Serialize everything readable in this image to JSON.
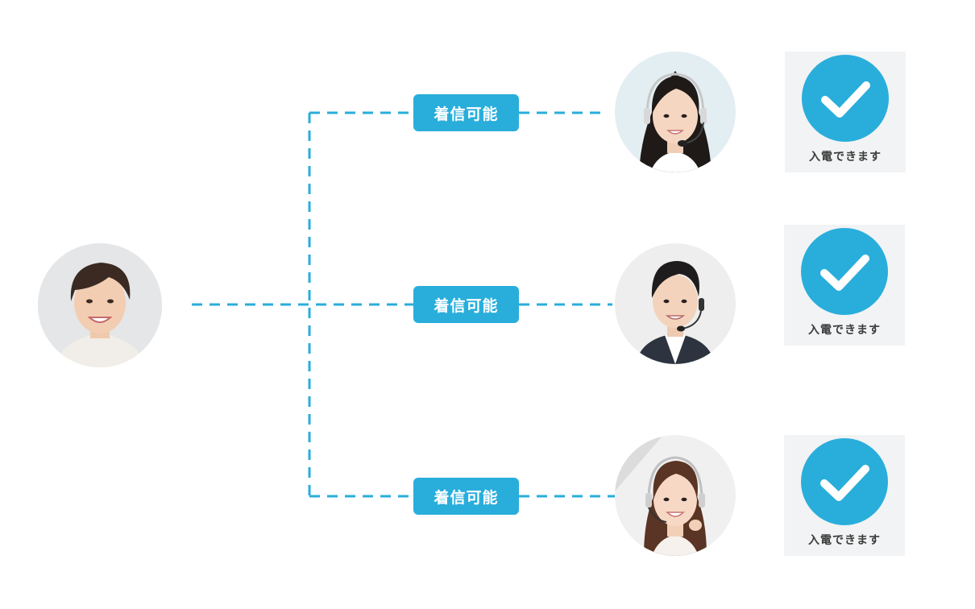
{
  "colors": {
    "accent": "#29aedb",
    "card_bg": "#f2f3f4",
    "label_text": "#3c3c3c"
  },
  "caller": {
    "avatar": "woman-short-hair-avatar"
  },
  "routes": [
    {
      "tag_label": "着信可能",
      "operator_avatar": "woman-headset-avatar",
      "status_icon": "checkmark-icon",
      "status_label": "入電できます"
    },
    {
      "tag_label": "着信可能",
      "operator_avatar": "man-headset-avatar",
      "status_icon": "checkmark-icon",
      "status_label": "入電できます"
    },
    {
      "tag_label": "着信可能",
      "operator_avatar": "woman-headset-avatar",
      "status_icon": "checkmark-icon",
      "status_label": "入電できます"
    }
  ]
}
